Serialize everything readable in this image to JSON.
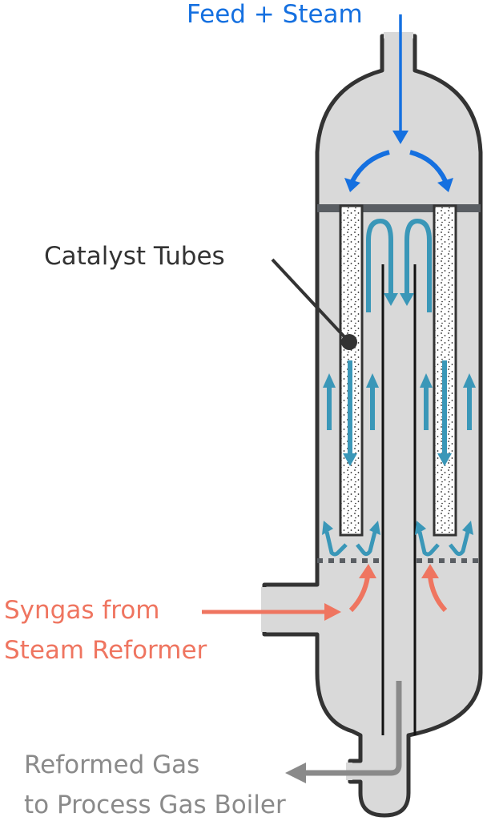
{
  "title": "Secondary Reformer with Catalyst Tubes",
  "labels": {
    "feed": "Feed + Steam",
    "catalyst": "Catalyst Tubes",
    "syngas_line1": "Syngas from",
    "syngas_line2": "Steam Reformer",
    "outlet_line1": "Reformed Gas",
    "outlet_line2": "to Process Gas Boiler"
  },
  "colors": {
    "feed": "#1570e0",
    "catalyst_label": "#333333",
    "syngas": "#ef7560",
    "outlet": "#8a8a8a",
    "tube_flow": "#3a97b8",
    "vessel_fill": "#d9d9d9",
    "vessel_wall": "#333333",
    "tubesheet": "#5a5e63"
  },
  "flows": [
    {
      "name": "feed-inlet",
      "direction": "down"
    },
    {
      "name": "tube-flow",
      "direction": "down-then-up"
    },
    {
      "name": "syngas-inlet",
      "direction": "right"
    },
    {
      "name": "reformed-gas-outlet",
      "direction": "left"
    }
  ]
}
